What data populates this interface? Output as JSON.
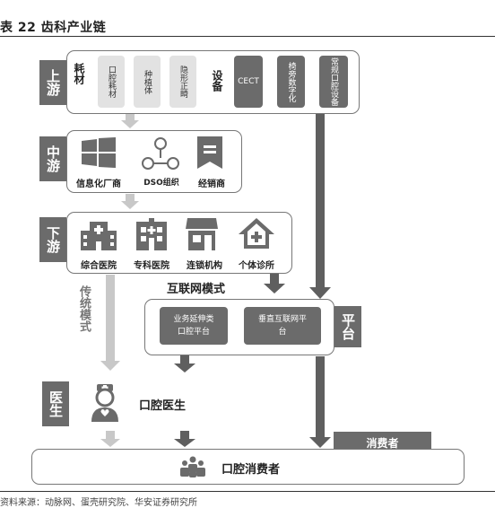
{
  "title": "表 22 齿科产业链",
  "source": "资料来源：动脉网、蛋壳研究院、华安证券研究所",
  "upstream": {
    "tag": "上游",
    "consumables": "耗材",
    "items": [
      "口腔耗材",
      "种植体",
      "隐形正畸"
    ],
    "equipment": "设备",
    "cect": "CECT",
    "digital": "椅旁数字化",
    "common": "常规口腔设备"
  },
  "midstream": {
    "tag": "中游",
    "items": [
      {
        "icon": "windows-icon",
        "label": "信息化厂商"
      },
      {
        "icon": "network-icon",
        "label": "DSO组织"
      },
      {
        "icon": "bookmark-icon",
        "label": "经销商"
      }
    ]
  },
  "downstream": {
    "tag": "下游",
    "items": [
      {
        "icon": "hospital-icon",
        "label": "综合医院"
      },
      {
        "icon": "building-icon",
        "label": "专科医院"
      },
      {
        "icon": "store-icon",
        "label": "连锁机构"
      },
      {
        "icon": "house-icon",
        "label": "个体诊所"
      }
    ]
  },
  "traditional": "传统模式",
  "internet": "互联网模式",
  "platform": {
    "tag": "平台",
    "items": [
      "业务延伸类口腔平台",
      "垂直互联网平台"
    ]
  },
  "doctor": {
    "tag": "医生",
    "label": "口腔医生"
  },
  "consumer_tag": "消费者",
  "consumer": "口腔消费者"
}
